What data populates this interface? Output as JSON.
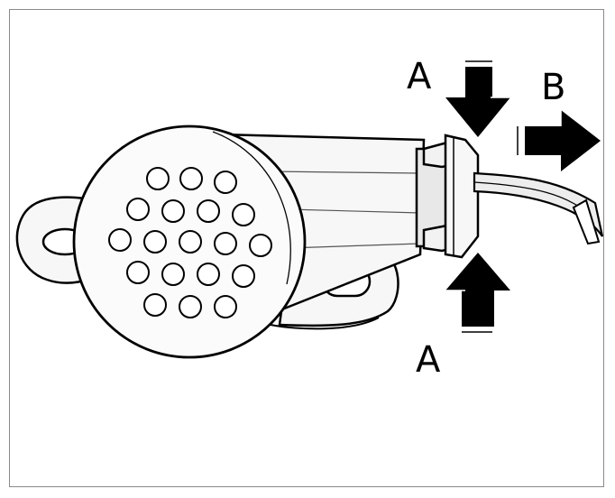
{
  "labels": {
    "a_top": "A",
    "a_bottom": "A",
    "b": "B"
  },
  "colors": {
    "stroke": "#000000",
    "body_fill": "#f7f7f7",
    "face_fill": "#fbfbfb",
    "shade": "#d9d9d9",
    "arrow": "#000000",
    "frame": "#8a8a8a"
  },
  "icons": {
    "press_arrow": "arrow-down-icon",
    "pull_arrow": "arrow-right-icon"
  }
}
